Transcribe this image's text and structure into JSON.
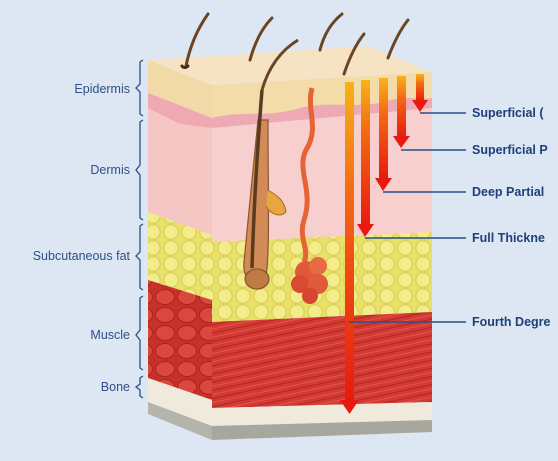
{
  "layers": {
    "epidermis": "Epidermis",
    "dermis": "Dermis",
    "subcutaneous": "Subcutaneous fat",
    "muscle": "Muscle",
    "bone": "Bone"
  },
  "burns": {
    "superficial": "Superficial (",
    "superficial_partial": "Superficial P",
    "deep_partial": "Deep Partial",
    "full_thickness": "Full Thickne",
    "fourth_degree": "Fourth Degre"
  },
  "colors": {
    "background": "#dce7f3",
    "label_text": "#2f4f86",
    "arrow_red": "#e8190f",
    "arrow_orange": "#f7a01a",
    "leader_line": "#2b4f88"
  }
}
